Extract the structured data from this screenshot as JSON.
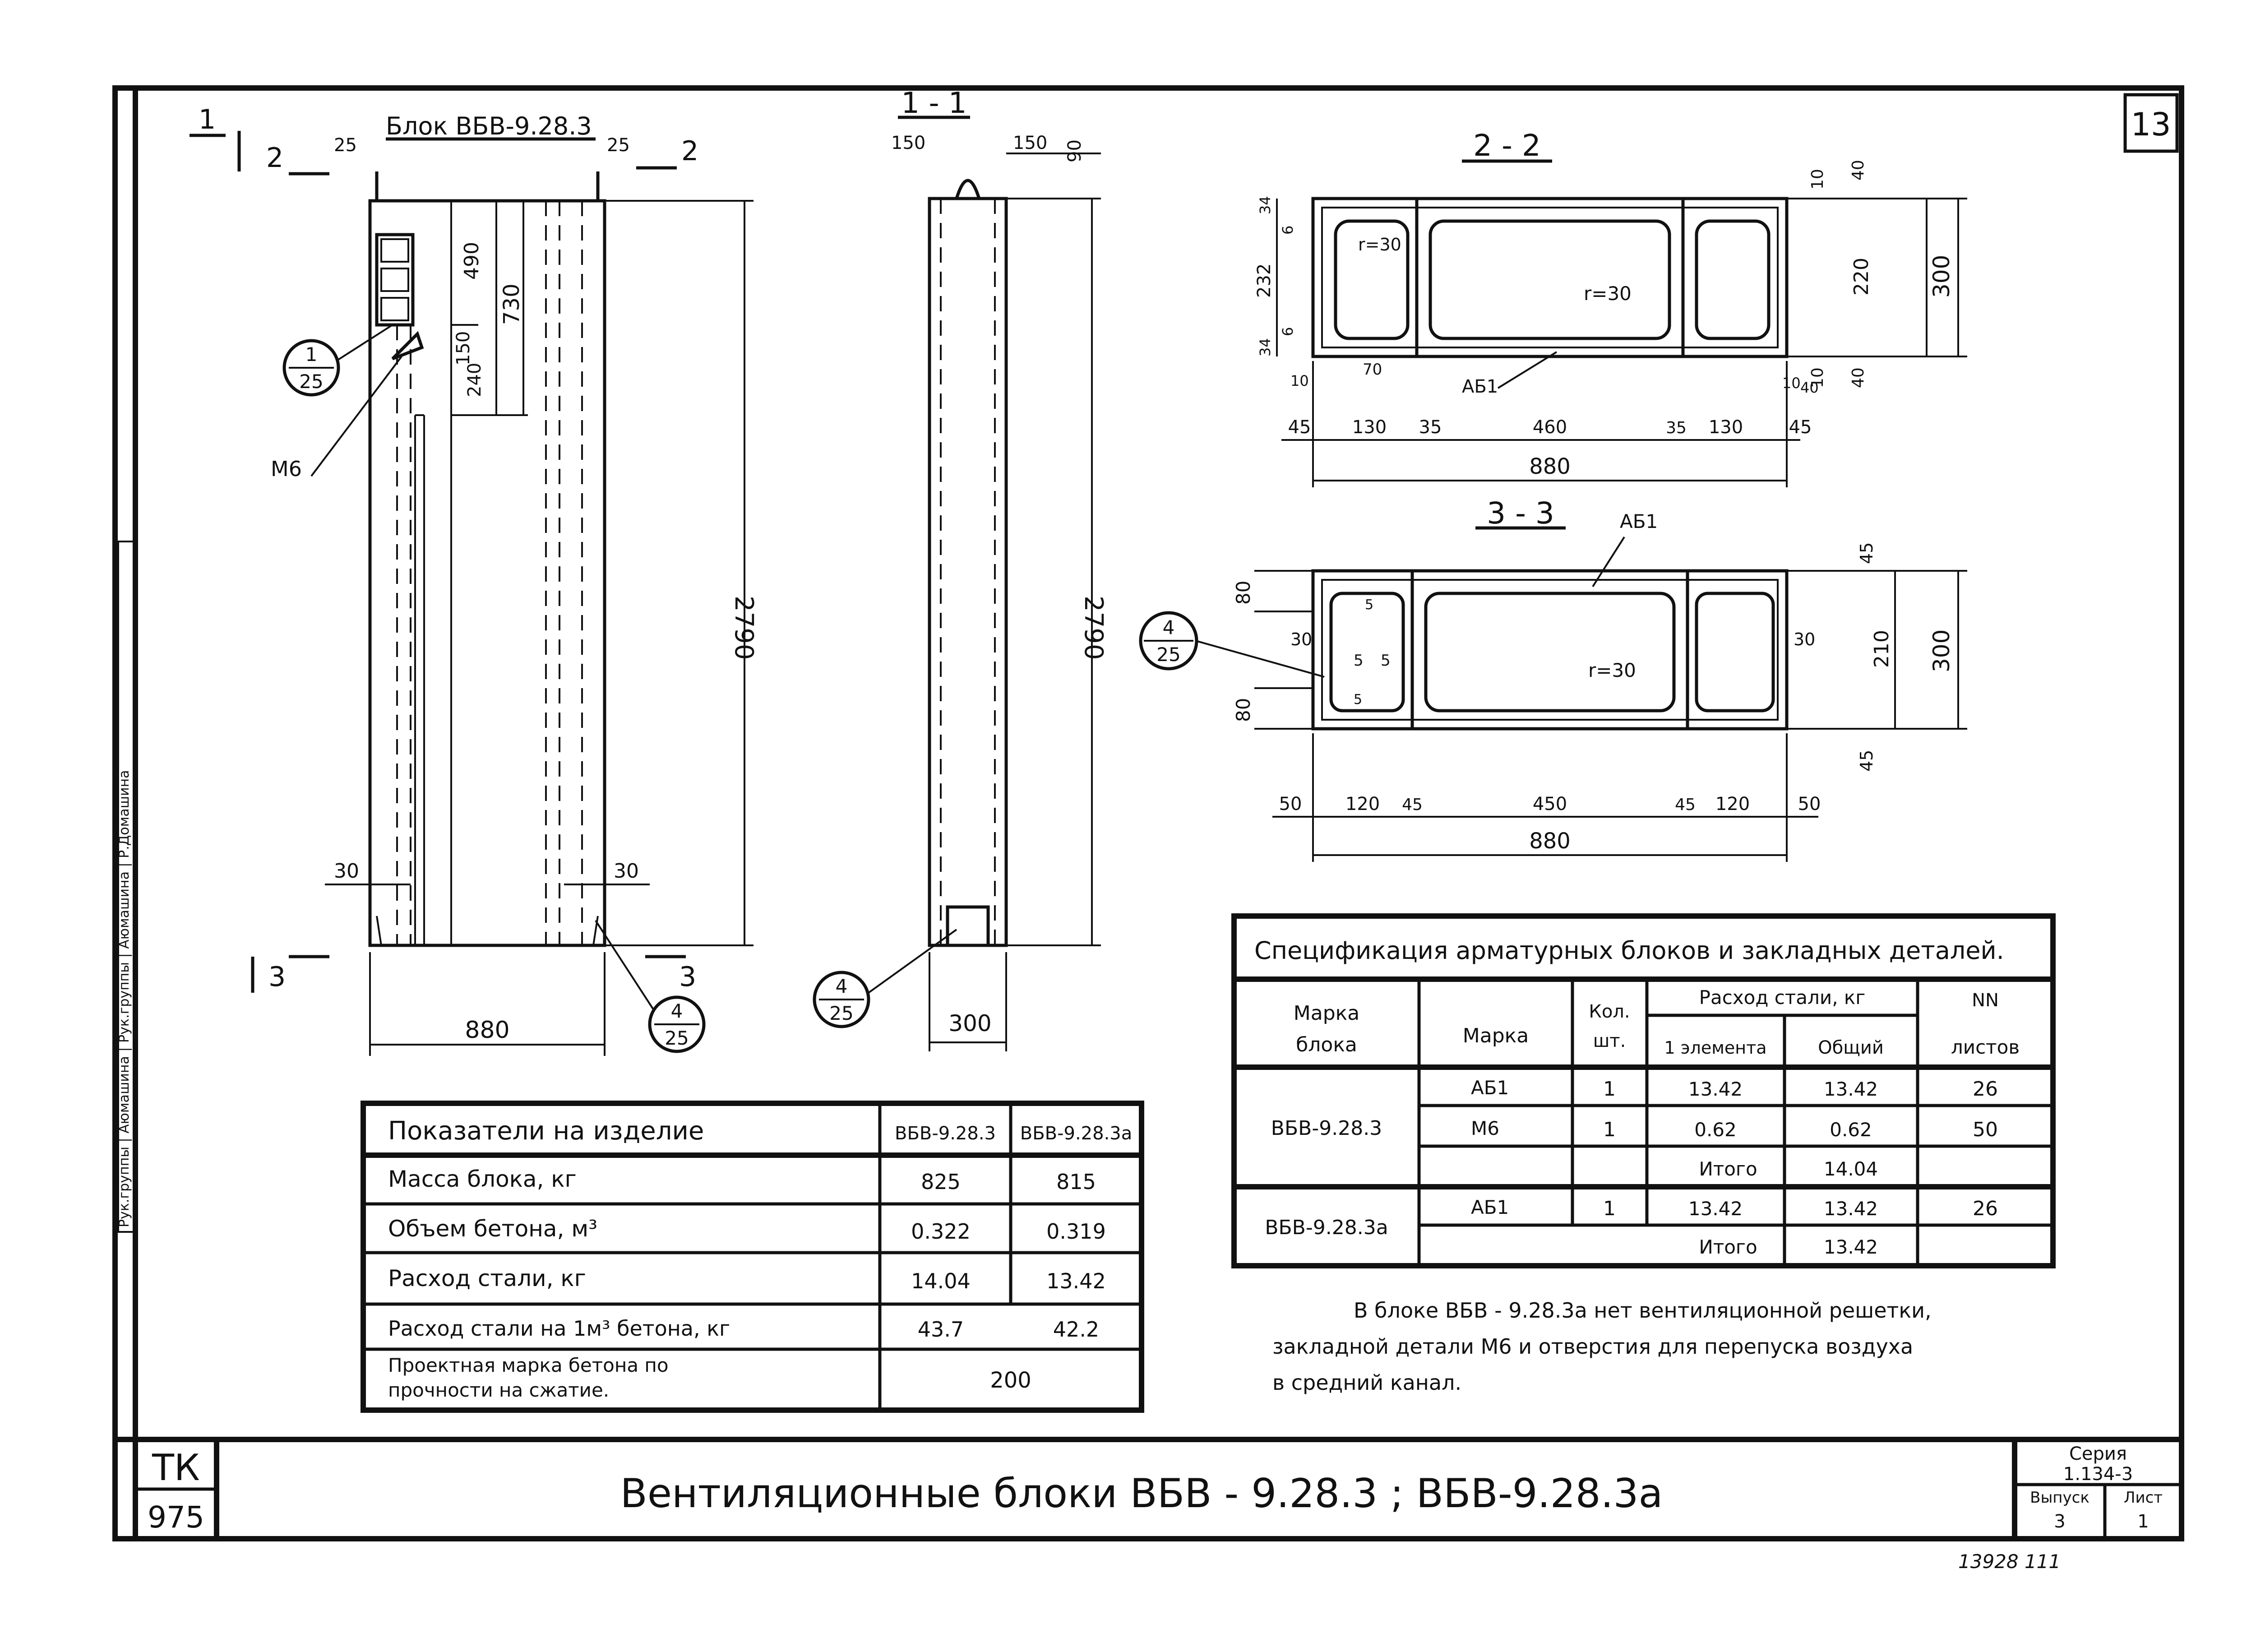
{
  "sheet": {
    "sheet_number": "13",
    "side_stamp": "Рук.группы | Аюмашина | Рук.группы | Аюмашина | Р.Домашина",
    "title": "Вентиляционные блоки ВБВ - 9.28.3 ; ВБВ-9.28.3а",
    "tk_label": "ТК",
    "tk_year": "975",
    "series_label": "Серия",
    "series_value": "1.134-3",
    "issue_label": "Выпуск",
    "issue_value": "3",
    "sheet_label": "Лист",
    "sheet_value": "1",
    "footer_note": "13928    111"
  },
  "view_front": {
    "title": "Блок ВБВ-9.28.3",
    "section1_mark": "1",
    "section2_mark": "2",
    "section3_mark": "3",
    "dims": {
      "top_left_25": "25",
      "top_right_25": "25",
      "d490": "490",
      "d730": "730",
      "d150": "150",
      "d240": "240",
      "height": "2790",
      "width": "880",
      "bottom_left_30": "30",
      "bottom_right_30": "30"
    },
    "callout_top": {
      "num": "1",
      "den": "25"
    },
    "callout_bottom": {
      "num": "4",
      "den": "25"
    },
    "label_m6": "М6"
  },
  "view_section_1_1": {
    "title": "1 - 1",
    "dims": {
      "left_150": "150",
      "right_150": "150",
      "d90": "90",
      "height": "2790",
      "width": "300"
    },
    "callout": {
      "num": "4",
      "den": "25"
    }
  },
  "view_section_2_2": {
    "title": "2 - 2",
    "label_r30_a": "r=30",
    "label_r30_b": "r=30",
    "label_ab1": "АБ1",
    "dims_left": {
      "d34a": "34",
      "d6a": "6",
      "d232": "232",
      "d6b": "6",
      "d34b": "34"
    },
    "dims_right": {
      "d40a": "40",
      "d10a": "10",
      "d220": "220",
      "d300": "300",
      "d10b": "10",
      "d40b": "40",
      "d40c": "40"
    },
    "dims_bottom_small": {
      "d10a": "10",
      "d70": "70",
      "d10b": "10"
    },
    "dims_bottom": {
      "d45a": "45",
      "d130a": "130",
      "d35a": "35",
      "d460": "460",
      "d35b": "35",
      "d130b": "130",
      "d45b": "45"
    },
    "total_width": "880"
  },
  "view_section_3_3": {
    "title": "3 - 3",
    "label_ab1": "АБ1",
    "label_r30": "r=30",
    "callout": {
      "num": "4",
      "den": "25"
    },
    "inner": {
      "d5a": "5",
      "d5b": "5",
      "d5c": "5",
      "d5d": "5",
      "d30l": "30",
      "d30r": "30"
    },
    "dims_left": {
      "d80a": "80",
      "d80b": "80"
    },
    "dims_right": {
      "d45a": "45",
      "d210": "210",
      "d300": "300",
      "d45b": "45"
    },
    "dims_bottom": {
      "d50a": "50",
      "d120a": "120",
      "d45a": "45",
      "d450": "450",
      "d45b": "45",
      "d120b": "120",
      "d50b": "50"
    },
    "total_width": "880"
  },
  "indicators_table": {
    "header": [
      "Показатели на изделие",
      "ВБВ-9.28.3",
      "ВБВ-9.28.3а"
    ],
    "rows": [
      [
        "Масса блока, кг",
        "825",
        "815"
      ],
      [
        "Объем бетона, м³",
        "0.322",
        "0.319"
      ],
      [
        "Расход стали, кг",
        "14.04",
        "13.42"
      ],
      [
        "Расход стали на 1м³ бетона, кг",
        "43.7",
        "42.2"
      ]
    ],
    "last_row_label_1": "Проектная марка бетона по",
    "last_row_label_2": "прочности на сжатие.",
    "last_row_value": "200"
  },
  "spec_table": {
    "title": "Спецификация арматурных блоков и закладных деталей.",
    "h_block_mark_1": "Марка",
    "h_block_mark_2": "блока",
    "h_mark": "Марка",
    "h_qty_1": "Кол.",
    "h_qty_2": "шт.",
    "h_steel": "Расход стали, кг",
    "h_per_elem": "1 элемента",
    "h_total": "Общий",
    "h_sheets_1": "NN",
    "h_sheets_2": "листов",
    "block1": "ВБВ-9.28.3",
    "block2": "ВБВ-9.28.3а",
    "r1": [
      "АБ1",
      "1",
      "13.42",
      "13.42",
      "26"
    ],
    "r2": [
      "М6",
      "1",
      "0.62",
      "0.62",
      "50"
    ],
    "r3_label": "Итого",
    "r3_total": "14.04",
    "r4": [
      "АБ1",
      "1",
      "13.42",
      "13.42",
      "26"
    ],
    "r5_label": "Итого",
    "r5_total": "13.42"
  },
  "note": {
    "line1": "В блоке ВБВ - 9.28.3а нет вентиляционной решетки,",
    "line2": "закладной детали М6 и отверстия для перепуска воздуха",
    "line3": "в средний канал."
  }
}
